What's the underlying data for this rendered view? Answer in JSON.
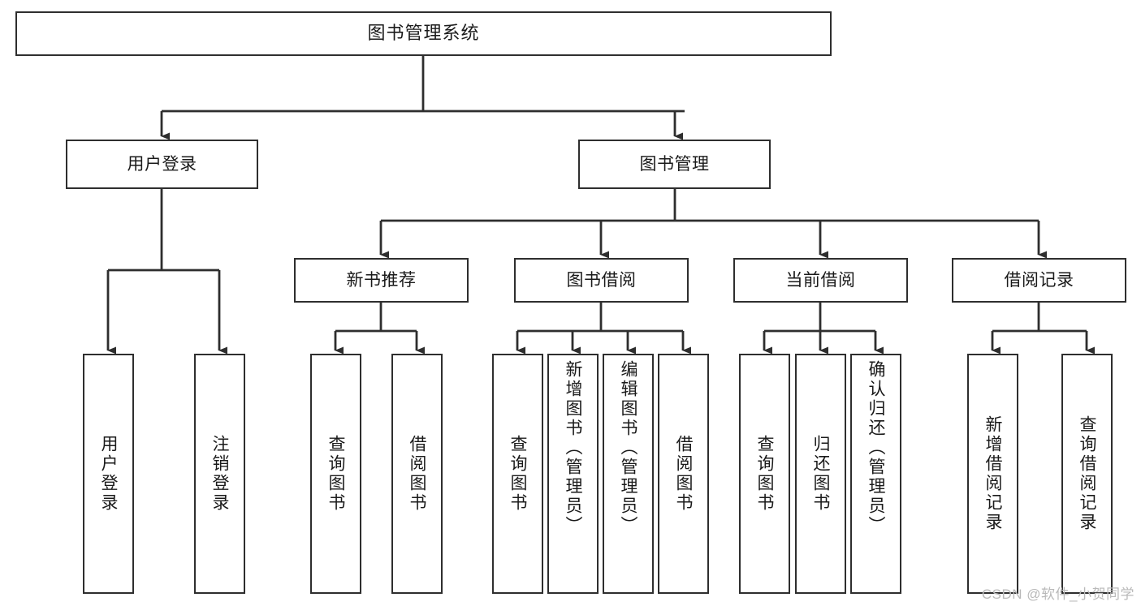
{
  "diagram": {
    "title": "图书管理系统",
    "type": "tree-hierarchy",
    "watermark": "CSDN @软件_小贺同学",
    "colors": {
      "background": "#ffffff",
      "box_border": "#2e2e2e",
      "box_fill": "#ffffff",
      "text": "#1a1a1a",
      "connector": "#2e2e2e",
      "watermark": "#b9b9b9"
    },
    "levels": {
      "root": "图书管理系统",
      "level2": [
        "用户登录",
        "图书管理"
      ],
      "level3": [
        "新书推荐",
        "图书借阅",
        "当前借阅",
        "借阅记录"
      ]
    },
    "nodes": {
      "root": {
        "label": "图书管理系统",
        "orientation": "horizontal"
      },
      "user_login": {
        "label": "用户登录",
        "orientation": "horizontal"
      },
      "book_manage": {
        "label": "图书管理",
        "orientation": "horizontal"
      },
      "new_book_rec": {
        "label": "新书推荐",
        "orientation": "horizontal"
      },
      "book_borrow": {
        "label": "图书借阅",
        "orientation": "horizontal"
      },
      "current_borrow": {
        "label": "当前借阅",
        "orientation": "horizontal"
      },
      "borrow_record": {
        "label": "借阅记录",
        "orientation": "horizontal"
      },
      "leaf_user_login": {
        "label": "用户登录",
        "orientation": "vertical"
      },
      "leaf_logout": {
        "label": "注销登录",
        "orientation": "vertical"
      },
      "leaf_rec_query": {
        "label": "查询图书",
        "orientation": "vertical"
      },
      "leaf_rec_borrow": {
        "label": "借阅图书",
        "orientation": "vertical"
      },
      "leaf_borrow_query": {
        "label": "查询图书",
        "orientation": "vertical"
      },
      "leaf_add_book": {
        "label": "新增图书（管理员）",
        "orientation": "vertical"
      },
      "leaf_edit_book": {
        "label": "编辑图书（管理员）",
        "orientation": "vertical"
      },
      "leaf_borrow_book": {
        "label": "借阅图书",
        "orientation": "vertical"
      },
      "leaf_cur_query": {
        "label": "查询图书",
        "orientation": "vertical"
      },
      "leaf_return_book": {
        "label": "归还图书",
        "orientation": "vertical"
      },
      "leaf_confirm_return": {
        "label": "确认归还（管理员）",
        "orientation": "vertical"
      },
      "leaf_add_record": {
        "label": "新增借阅记录",
        "orientation": "vertical"
      },
      "leaf_query_record": {
        "label": "查询借阅记录",
        "orientation": "vertical"
      }
    },
    "edges": [
      {
        "from": "图书管理系统",
        "to": "用户登录"
      },
      {
        "from": "图书管理系统",
        "to": "图书管理"
      },
      {
        "from": "用户登录",
        "to": "用户登录"
      },
      {
        "from": "用户登录",
        "to": "注销登录"
      },
      {
        "from": "图书管理",
        "to": "新书推荐"
      },
      {
        "from": "图书管理",
        "to": "图书借阅"
      },
      {
        "from": "图书管理",
        "to": "当前借阅"
      },
      {
        "from": "图书管理",
        "to": "借阅记录"
      },
      {
        "from": "新书推荐",
        "to": "查询图书"
      },
      {
        "from": "新书推荐",
        "to": "借阅图书"
      },
      {
        "from": "图书借阅",
        "to": "查询图书"
      },
      {
        "from": "图书借阅",
        "to": "新增图书（管理员）"
      },
      {
        "from": "图书借阅",
        "to": "编辑图书（管理员）"
      },
      {
        "from": "图书借阅",
        "to": "借阅图书"
      },
      {
        "from": "当前借阅",
        "to": "查询图书"
      },
      {
        "from": "当前借阅",
        "to": "归还图书"
      },
      {
        "from": "当前借阅",
        "to": "确认归还（管理员）"
      },
      {
        "from": "借阅记录",
        "to": "新增借阅记录"
      },
      {
        "from": "借阅记录",
        "to": "查询借阅记录"
      }
    ]
  }
}
